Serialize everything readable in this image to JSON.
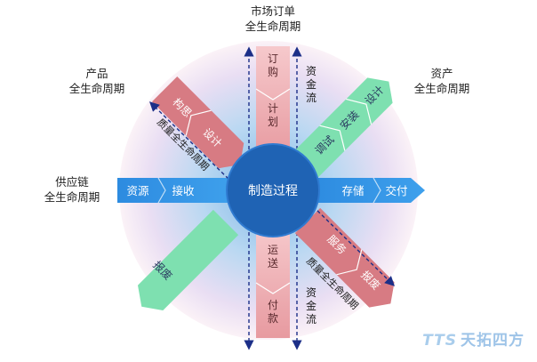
{
  "center": "制造过程",
  "labels": {
    "top": [
      "市场订单",
      "全生命周期"
    ],
    "product": [
      "产品",
      "全生命周期"
    ],
    "asset": [
      "资产",
      "全生命周期"
    ],
    "supply": [
      "供应链",
      "全生命周期"
    ]
  },
  "arrows": {
    "vertical_up": [
      "订购",
      "计划"
    ],
    "vertical_down": [
      "运送",
      "付款"
    ],
    "vertical_flow_label": "资金流",
    "horizontal_left": [
      "资源",
      "接收"
    ],
    "horizontal_right": [
      "存储",
      "交付"
    ],
    "product_arm": [
      "构思",
      "设计"
    ],
    "product_flow_label": "质量全生命周期",
    "product_end": "报废",
    "asset_arm": [
      "调试",
      "安装",
      "设计"
    ],
    "service_arm": [
      "服务",
      "报废"
    ],
    "service_flow_label": "质量全生命周期"
  },
  "watermark": {
    "prefix": "TTS",
    "brand": "天拓四方"
  },
  "colors": {
    "red_arrow": "#e8a3a8",
    "red_band": "#d77b83",
    "green_arrow": "#7ee0b0",
    "blue_arrow": "#2a84d6",
    "center_fill": "#1f63b4",
    "halo_outer": "#f3e7f5",
    "halo_inner": "#b8d6f1"
  }
}
